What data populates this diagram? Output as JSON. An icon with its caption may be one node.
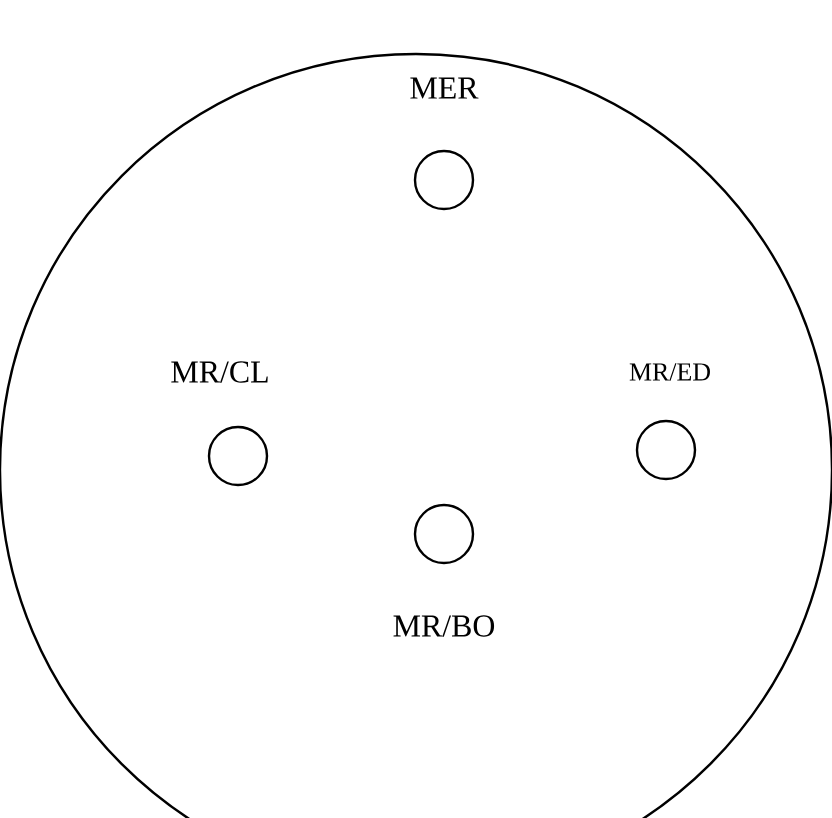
{
  "diagram": {
    "nodes": [
      {
        "text": [],
        "shape": "circle"
      },
      {
        "text": [
          "MER"
        ],
        "in": 0
      },
      {
        "text": [
          "MR/CL"
        ],
        "in": 0
      },
      {
        "text": [
          "MR/ED"
        ],
        "in": 0
      },
      {
        "text": [
          "MR/BO"
        ],
        "in": 0
      }
    ]
  }
}
